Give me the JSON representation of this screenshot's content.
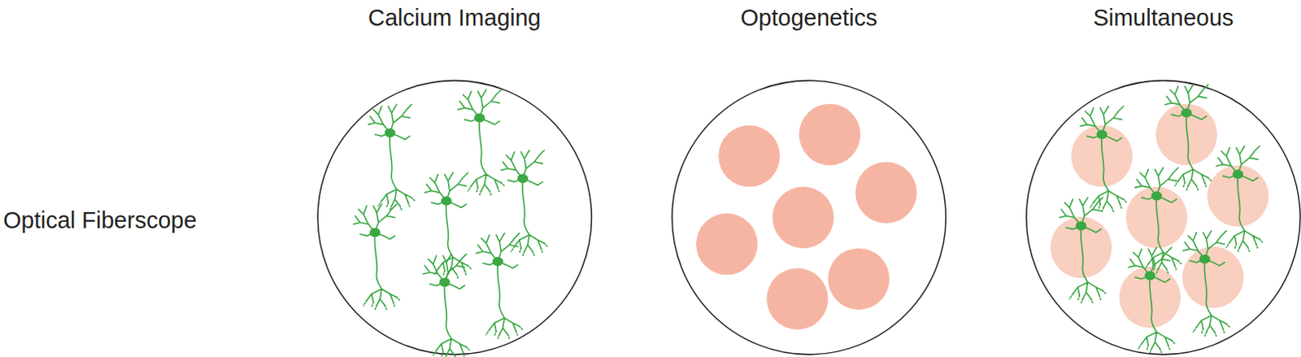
{
  "diagram": {
    "labels": [
      "Calcium Imaging",
      "Optogenetics",
      "Simultaneous",
      "Optical Fiberscope"
    ]
  }
}
